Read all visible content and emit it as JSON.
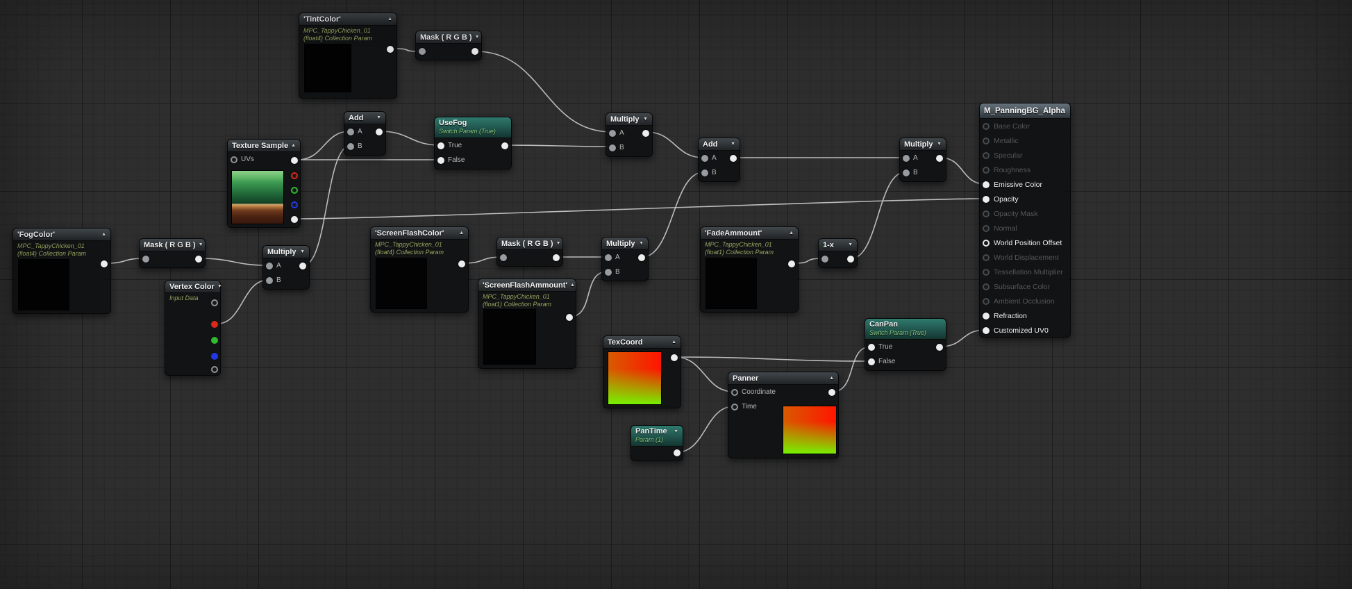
{
  "colors": {
    "switch_header": "#2f7a6e",
    "param_subtitle": "#98a45e",
    "pin_red": "#df261b",
    "pin_green": "#2fbb2f",
    "pin_blue": "#2238e8",
    "wire": "#c9c9c9"
  },
  "pin_labels": {
    "a": "A",
    "b": "B",
    "true": "True",
    "false": "False",
    "uvs": "UVs",
    "coordinate": "Coordinate",
    "time": "Time"
  },
  "nodes": {
    "tintColor": {
      "title": "'TintColor'",
      "sub1": "MPC_TappyChicken_01",
      "sub2": "(float4) Collection Param"
    },
    "maskTop": {
      "title": "Mask ( R G B )"
    },
    "addTop": {
      "title": "Add"
    },
    "useFog": {
      "title": "UseFog",
      "sub": "Switch Param (True)"
    },
    "textureSample": {
      "title": "Texture Sample"
    },
    "multiplyTop": {
      "title": "Multiply"
    },
    "addMid": {
      "title": "Add"
    },
    "multiplyRight": {
      "title": "Multiply"
    },
    "material": {
      "title": "M_PanningBG_Alpha",
      "pins": [
        {
          "label": "Base Color",
          "state": "off"
        },
        {
          "label": "Metallic",
          "state": "off"
        },
        {
          "label": "Specular",
          "state": "off"
        },
        {
          "label": "Roughness",
          "state": "off"
        },
        {
          "label": "Emissive Color",
          "state": "connected"
        },
        {
          "label": "Opacity",
          "state": "connected"
        },
        {
          "label": "Opacity Mask",
          "state": "off"
        },
        {
          "label": "Normal",
          "state": "off"
        },
        {
          "label": "World Position Offset",
          "state": "open"
        },
        {
          "label": "World Displacement",
          "state": "off"
        },
        {
          "label": "Tessellation Multiplier",
          "state": "off"
        },
        {
          "label": "Subsurface Color",
          "state": "off"
        },
        {
          "label": "Ambient Occlusion",
          "state": "off"
        },
        {
          "label": "Refraction",
          "state": "connected"
        },
        {
          "label": "Customized UV0",
          "state": "connected"
        }
      ]
    },
    "fogColor": {
      "title": "'FogColor'",
      "sub1": "MPC_TappyChicken_01",
      "sub2": "(float4) Collection Param"
    },
    "maskLeft": {
      "title": "Mask ( R G B )"
    },
    "multiplyLeft": {
      "title": "Multiply"
    },
    "vertexColor": {
      "title": "Vertex Color",
      "sub": "Input Data"
    },
    "screenFlashColor": {
      "title": "'ScreenFlashColor'",
      "sub1": "MPC_TappyChicken_01",
      "sub2": "(float4) Collection Param"
    },
    "maskMid": {
      "title": "Mask ( R G B )"
    },
    "multiplyMid": {
      "title": "Multiply"
    },
    "screenFlashAmmount": {
      "title": "'ScreenFlashAmmount'",
      "sub1": "MPC_TappyChicken_01",
      "sub2": "(float1) Collection Param"
    },
    "fadeAmmount": {
      "title": "'FadeAmmount'",
      "sub1": "MPC_TappyChicken_01",
      "sub2": "(float1) Collection Param"
    },
    "oneMinus": {
      "title": "1-x"
    },
    "texCoord": {
      "title": "TexCoord"
    },
    "panner": {
      "title": "Panner"
    },
    "panTime": {
      "title": "PanTime",
      "sub": "Param (1)"
    },
    "canPan": {
      "title": "CanPan",
      "sub": "Switch Param (True)"
    }
  }
}
